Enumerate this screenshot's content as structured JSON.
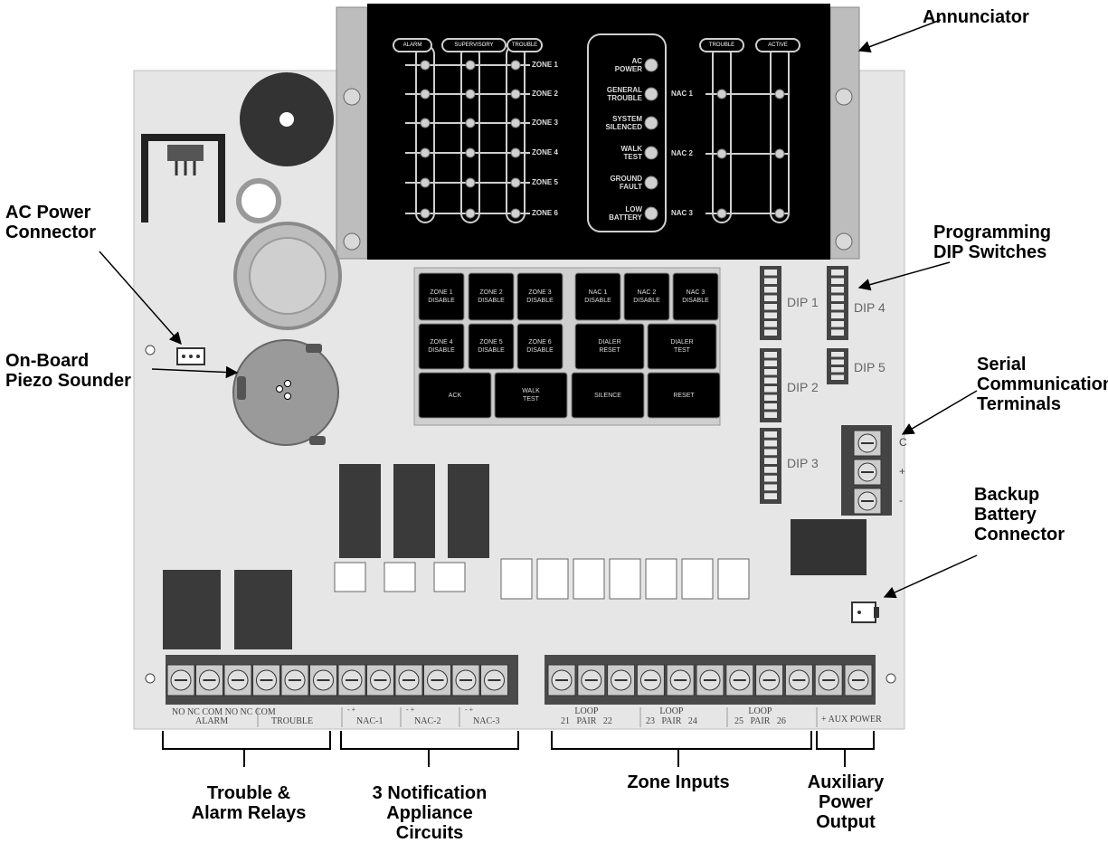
{
  "callouts": {
    "annunciator": "Annunciator",
    "ac_power_connector": "AC Power\nConnector",
    "piezo_sounder": "On-Board\nPiezo Sounder",
    "dip_switches": "Programming\nDIP Switches",
    "serial_terminals": "Serial\nCommunication\nTerminals",
    "backup_battery": "Backup\nBattery\nConnector",
    "trouble_alarm_relays": "Trouble &\nAlarm Relays",
    "notification_circuits": "3 Notification\nAppliance\nCircuits",
    "zone_inputs": "Zone Inputs",
    "aux_power_output": "Auxiliary\nPower\nOutput"
  },
  "annunciator": {
    "column_headers": [
      "ALARM",
      "SUPERVISORY",
      "TROUBLE"
    ],
    "zones": [
      "ZONE 1",
      "ZONE 2",
      "ZONE 3",
      "ZONE 4",
      "ZONE 5",
      "ZONE 6"
    ],
    "status": [
      "AC\nPOWER",
      "GENERAL\nTROUBLE",
      "SYSTEM\nSILENCED",
      "WALK\nTEST",
      "GROUND\nFAULT",
      "LOW\nBATTERY"
    ],
    "nac_headers": [
      "TROUBLE",
      "ACTIVE"
    ],
    "nacs": [
      "NAC 1",
      "NAC 2",
      "NAC 3"
    ]
  },
  "buttons": {
    "row1": [
      "ZONE 1\nDISABLE",
      "ZONE 2\nDISABLE",
      "ZONE 3\nDISABLE",
      "NAC 1\nDISABLE",
      "NAC 2\nDISABLE",
      "NAC 3\nDISABLE"
    ],
    "row2": [
      "ZONE 4\nDISABLE",
      "ZONE 5\nDISABLE",
      "ZONE 6\nDISABLE",
      "DIALER\nRESET",
      "DIALER\nTEST"
    ],
    "row3": [
      "ACK",
      "WALK\nTEST",
      "SILENCE",
      "RESET"
    ]
  },
  "dip": {
    "labels": [
      "DIP 1",
      "DIP 2",
      "DIP 3",
      "DIP 4",
      "DIP 5"
    ]
  },
  "serial_terminal_marks": [
    "C",
    "+",
    "-"
  ],
  "terminal_labels": {
    "relays_top": "NO   NC  COM  NO   NC  COM",
    "alarm": "ALARM",
    "trouble": "TROUBLE",
    "nac1": "NAC-1",
    "nac2": "NAC-2",
    "nac3": "NAC-3",
    "nac_polarity": "-        +",
    "loop1": "LOOP\n21   PAIR   22",
    "loop2": "LOOP\n23   PAIR   24",
    "loop3": "LOOP\n25   PAIR   26",
    "aux": "+  AUX POWER"
  },
  "colors": {
    "board": "#e6e6e6",
    "black": "#000000",
    "relay": "#3a3a3a",
    "terminal": "#4a4a4a"
  }
}
